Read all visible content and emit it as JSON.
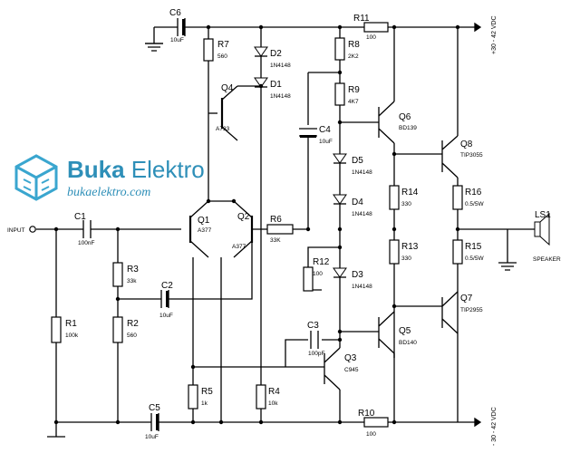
{
  "logo": {
    "brand_bold": "Buka",
    "brand_light": " Elektro",
    "url": "bukaelektro.com"
  },
  "rails": {
    "positive": "+30 - 42 VDC",
    "negative": "- 30 - 42 VDC"
  },
  "input_label": "INPUT",
  "components": {
    "C1": {
      "ref": "C1",
      "value": "100nF"
    },
    "C2": {
      "ref": "C2",
      "value": "10uF"
    },
    "C3": {
      "ref": "C3",
      "value": "100pF"
    },
    "C4": {
      "ref": "C4",
      "value": "10uF"
    },
    "C5": {
      "ref": "C5",
      "value": "10uF"
    },
    "C6": {
      "ref": "C6",
      "value": "10uF"
    },
    "R1": {
      "ref": "R1",
      "value": "100k"
    },
    "R2": {
      "ref": "R2",
      "value": "560"
    },
    "R3": {
      "ref": "R3",
      "value": "33k"
    },
    "R4": {
      "ref": "R4",
      "value": "10k"
    },
    "R5": {
      "ref": "R5",
      "value": "1k"
    },
    "R6": {
      "ref": "R6",
      "value": "33K"
    },
    "R7": {
      "ref": "R7",
      "value": "560"
    },
    "R8": {
      "ref": "R8",
      "value": "2K2"
    },
    "R9": {
      "ref": "R9",
      "value": "4K7"
    },
    "R10": {
      "ref": "R10",
      "value": "100"
    },
    "R11": {
      "ref": "R11",
      "value": "100"
    },
    "R12": {
      "ref": "R12",
      "value": "100"
    },
    "R13": {
      "ref": "R13",
      "value": "330"
    },
    "R14": {
      "ref": "R14",
      "value": "330"
    },
    "R15": {
      "ref": "R15",
      "value": "0.5/5W"
    },
    "R16": {
      "ref": "R16",
      "value": "0.5/5W"
    },
    "D1": {
      "ref": "D1",
      "value": "1N4148"
    },
    "D2": {
      "ref": "D2",
      "value": "1N4148"
    },
    "D3": {
      "ref": "D3",
      "value": "1N4148"
    },
    "D4": {
      "ref": "D4",
      "value": "1N4148"
    },
    "D5": {
      "ref": "D5",
      "value": "1N4148"
    },
    "Q1": {
      "ref": "Q1",
      "value": "A377"
    },
    "Q2": {
      "ref": "Q2",
      "value": "A377"
    },
    "Q3": {
      "ref": "Q3",
      "value": "C945"
    },
    "Q4": {
      "ref": "Q4",
      "value": "A733"
    },
    "Q5": {
      "ref": "Q5",
      "value": "BD140"
    },
    "Q6": {
      "ref": "Q6",
      "value": "BD139"
    },
    "Q7": {
      "ref": "Q7",
      "value": "TIP2955"
    },
    "Q8": {
      "ref": "Q8",
      "value": "TIP3055"
    },
    "LS1": {
      "ref": "LS1",
      "value": "SPEAKER"
    }
  }
}
